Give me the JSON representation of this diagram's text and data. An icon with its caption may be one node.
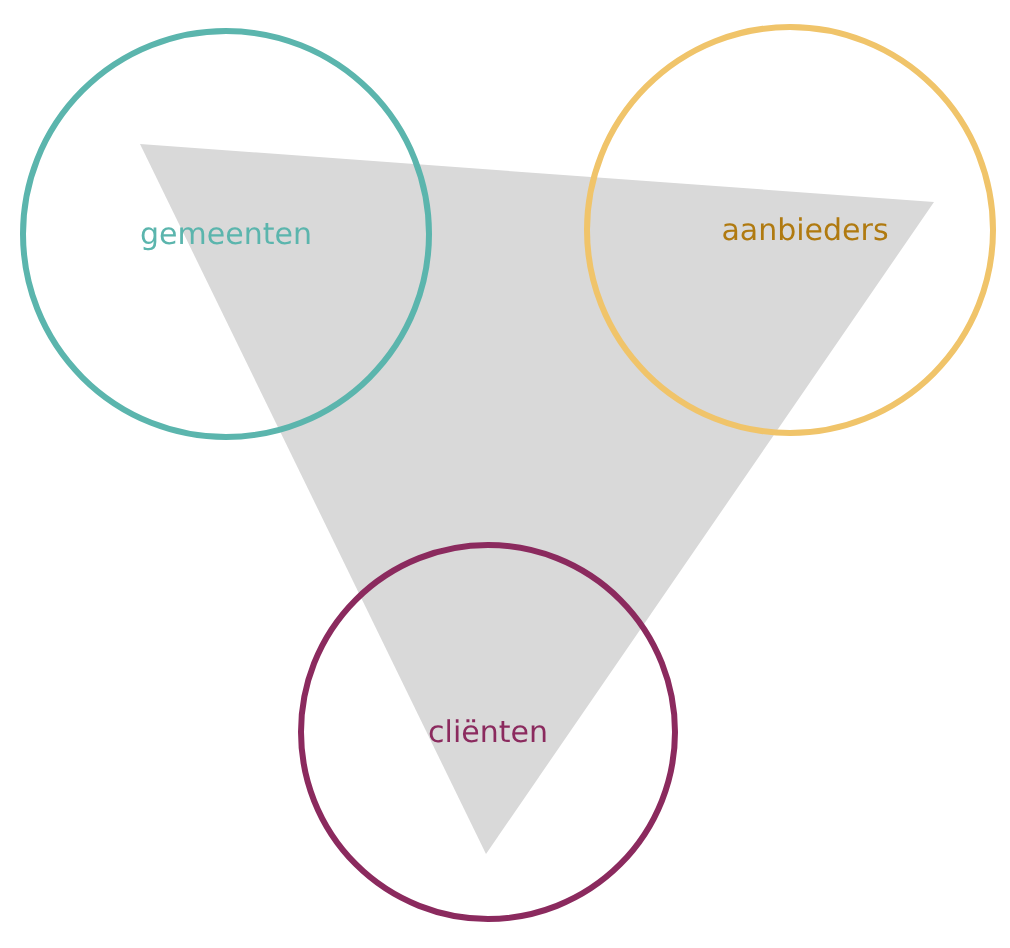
{
  "diagram": {
    "nodes": [
      {
        "text": [
          "gemeenten"
        ]
      },
      {
        "text": [
          "aanbieders"
        ]
      },
      {
        "text": [
          "cliënten"
        ]
      }
    ]
  }
}
